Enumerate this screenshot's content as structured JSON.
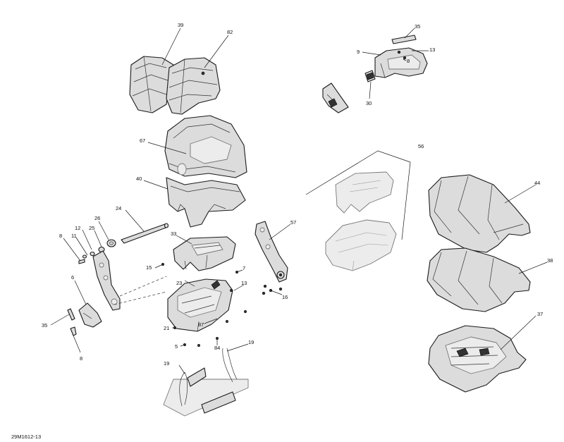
{
  "diagram": {
    "reference_code": "29M1612-13",
    "callouts": [
      {
        "id": "c39",
        "label": "39"
      },
      {
        "id": "c82",
        "label": "82"
      },
      {
        "id": "c67",
        "label": "67"
      },
      {
        "id": "c40",
        "label": "40"
      },
      {
        "id": "c24",
        "label": "24"
      },
      {
        "id": "c26",
        "label": "26"
      },
      {
        "id": "c12",
        "label": "12"
      },
      {
        "id": "c25",
        "label": "25"
      },
      {
        "id": "c11",
        "label": "11"
      },
      {
        "id": "c8a",
        "label": "8"
      },
      {
        "id": "c6",
        "label": "6"
      },
      {
        "id": "c35a",
        "label": "35"
      },
      {
        "id": "c8b",
        "label": "8"
      },
      {
        "id": "c33",
        "label": "33"
      },
      {
        "id": "c15",
        "label": "15"
      },
      {
        "id": "c7",
        "label": "7"
      },
      {
        "id": "c23",
        "label": "23"
      },
      {
        "id": "c13a",
        "label": "13"
      },
      {
        "id": "c21",
        "label": "21"
      },
      {
        "id": "c87",
        "label": "87"
      },
      {
        "id": "c5",
        "label": "5"
      },
      {
        "id": "c84",
        "label": "84"
      },
      {
        "id": "c19a",
        "label": "19"
      },
      {
        "id": "c19b",
        "label": "19"
      },
      {
        "id": "c57",
        "label": "57"
      },
      {
        "id": "c16",
        "label": "16"
      },
      {
        "id": "c35b",
        "label": "35"
      },
      {
        "id": "c9",
        "label": "9"
      },
      {
        "id": "c13b",
        "label": "13"
      },
      {
        "id": "c8c",
        "label": "8"
      },
      {
        "id": "c30",
        "label": "30"
      },
      {
        "id": "c56",
        "label": "56"
      },
      {
        "id": "c44",
        "label": "44"
      },
      {
        "id": "c38",
        "label": "38"
      },
      {
        "id": "c37",
        "label": "37"
      }
    ]
  }
}
